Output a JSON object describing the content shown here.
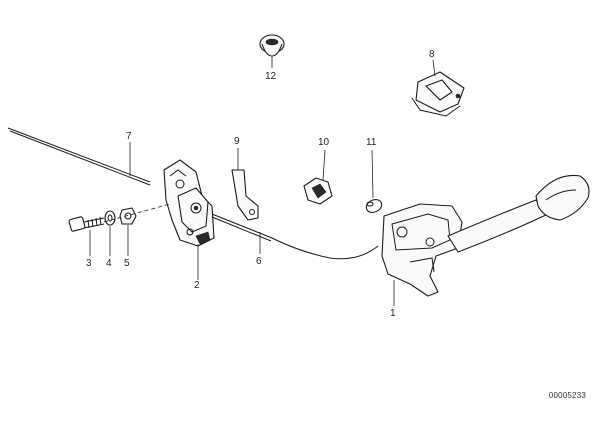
{
  "callouts": [
    {
      "id": "1",
      "label": "1"
    },
    {
      "id": "2",
      "label": "2"
    },
    {
      "id": "3",
      "label": "3"
    },
    {
      "id": "4",
      "label": "4"
    },
    {
      "id": "5",
      "label": "5"
    },
    {
      "id": "6",
      "label": "6"
    },
    {
      "id": "7",
      "label": "7"
    },
    {
      "id": "8",
      "label": "8"
    },
    {
      "id": "9",
      "label": "9"
    },
    {
      "id": "10",
      "label": "10"
    },
    {
      "id": "11",
      "label": "11"
    },
    {
      "id": "12",
      "label": "12"
    }
  ],
  "document_number": "00005233"
}
